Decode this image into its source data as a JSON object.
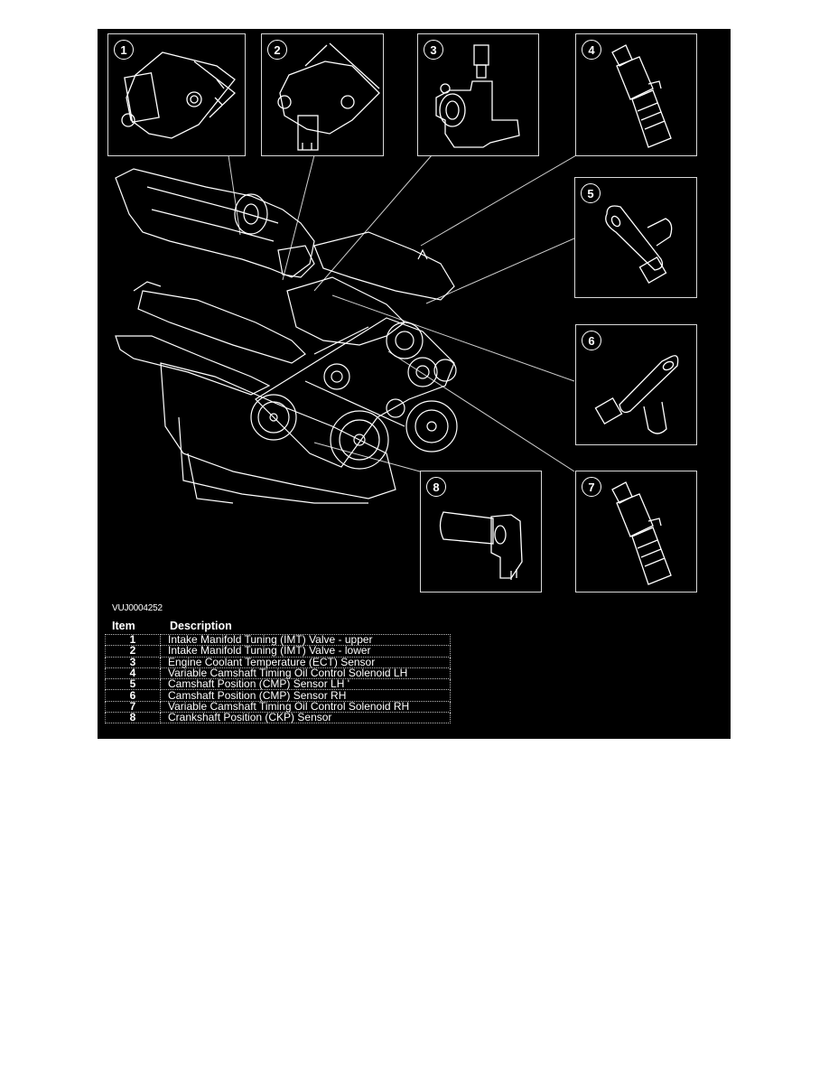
{
  "figure": {
    "id": "VUJ0004252",
    "background": "#000000",
    "line_color": "#ffffff",
    "callouts": [
      {
        "number": "1",
        "icon": "imt-valve-upper-icon"
      },
      {
        "number": "2",
        "icon": "imt-valve-lower-icon"
      },
      {
        "number": "3",
        "icon": "ect-sensor-housing-icon"
      },
      {
        "number": "4",
        "icon": "vct-solenoid-lh-icon"
      },
      {
        "number": "5",
        "icon": "cmp-sensor-lh-icon"
      },
      {
        "number": "6",
        "icon": "cmp-sensor-rh-icon"
      },
      {
        "number": "7",
        "icon": "vct-solenoid-rh-icon"
      },
      {
        "number": "8",
        "icon": "ckp-sensor-icon"
      }
    ]
  },
  "legend": {
    "header_item": "Item",
    "header_description": "Description",
    "rows": [
      {
        "item": "1",
        "description": "Intake Manifold Tuning (IMT) Valve - upper"
      },
      {
        "item": "2",
        "description": "Intake Manifold Tuning (IMT) Valve - lower"
      },
      {
        "item": "3",
        "description": "Engine Coolant Temperature (ECT) Sensor"
      },
      {
        "item": "4",
        "description": "Variable Camshaft Timing Oil Control Solenoid LH"
      },
      {
        "item": "5",
        "description": "Camshaft Position (CMP) Sensor LH '"
      },
      {
        "item": "6",
        "description": "Camshaft Position (CMP) Sensor RH"
      },
      {
        "item": "7",
        "description": "Variable Camshaft Timing Oil Control Solenoid RH"
      },
      {
        "item": "8",
        "description": "Crankshaft Position (CKP) Sensor"
      }
    ]
  }
}
